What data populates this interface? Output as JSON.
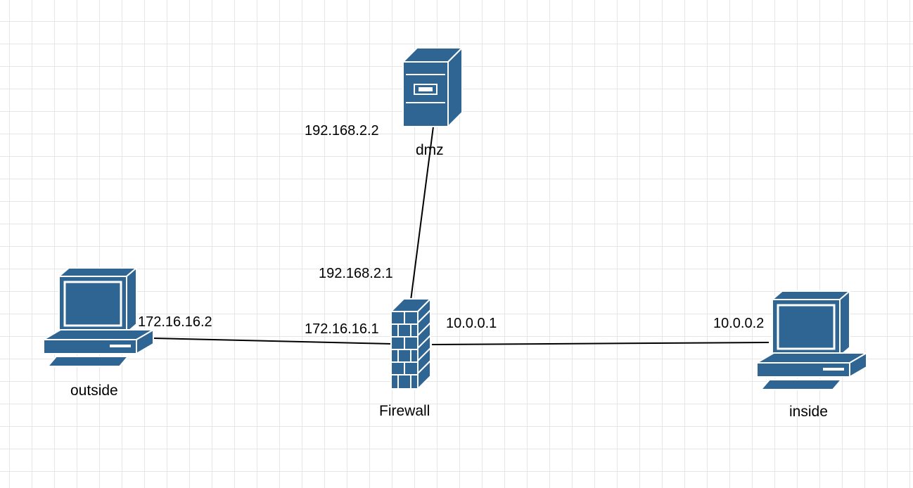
{
  "colors": {
    "device": "#2e6592",
    "device_dark": "#1f4a6e",
    "link": "#000000",
    "grid": "#e6e6e6"
  },
  "nodes": {
    "dmz": {
      "name": "dmz",
      "icon": "server-icon"
    },
    "firewall": {
      "name": "Firewall",
      "icon": "firewall-icon"
    },
    "outside": {
      "name": "outside",
      "icon": "workstation-icon"
    },
    "inside": {
      "name": "inside",
      "icon": "workstation-icon"
    }
  },
  "links": [
    {
      "from": "firewall",
      "to": "dmz",
      "from_ip": "192.168.2.1",
      "to_ip": "192.168.2.2"
    },
    {
      "from": "firewall",
      "to": "outside",
      "from_ip": "172.16.16.1",
      "to_ip": "172.16.16.2"
    },
    {
      "from": "firewall",
      "to": "inside",
      "from_ip": "10.0.0.1",
      "to_ip": "10.0.0.2"
    }
  ]
}
